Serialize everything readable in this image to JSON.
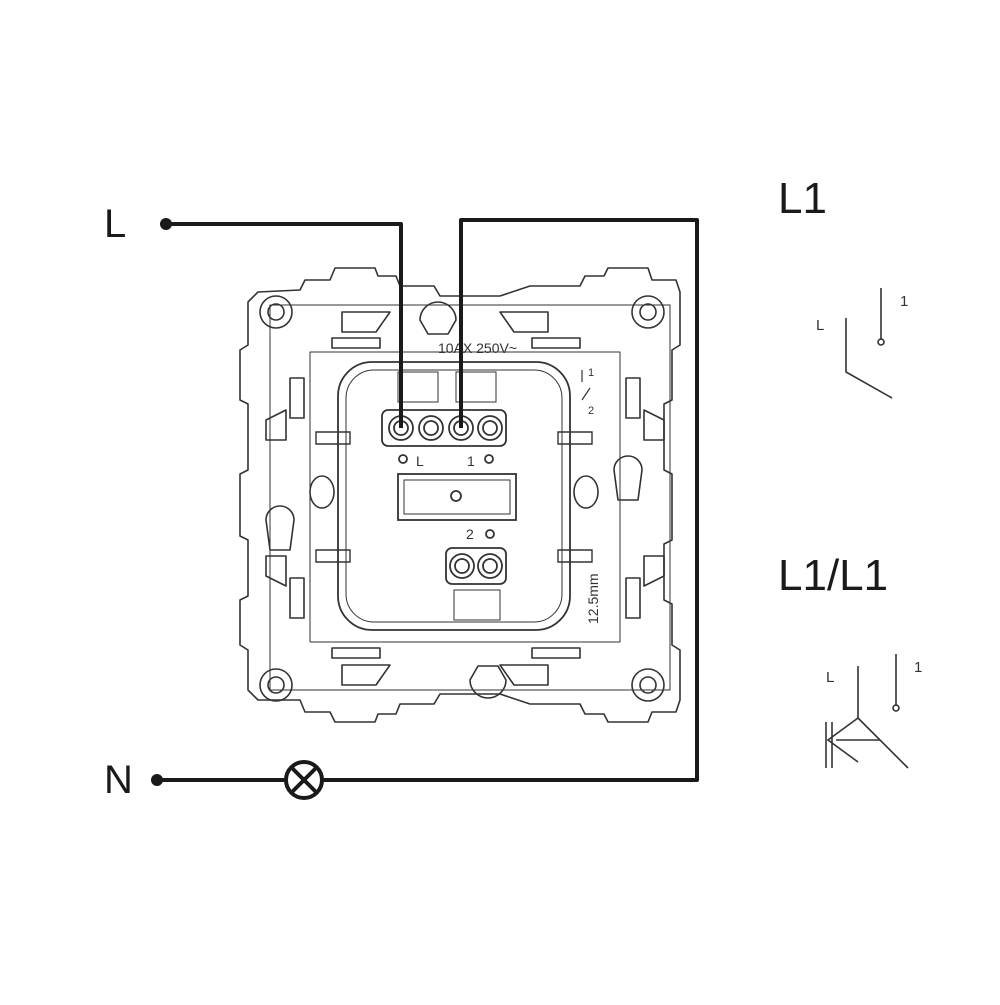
{
  "terminals": {
    "line_label": "L",
    "neutral_label": "N"
  },
  "device": {
    "rating": "10AX 250V~",
    "terminal_l": "L",
    "terminal_1": "1",
    "terminal_2": "2",
    "strip_length": "12.5mm",
    "mini_1": "1",
    "mini_2": "2"
  },
  "schemes": {
    "l1_title": "L1",
    "l1_l": "L",
    "l1_1": "1",
    "l1l1_title": "L1/L1",
    "l1l1_l": "L",
    "l1l1_1": "1"
  },
  "colors": {
    "wire": "#1a1a1a",
    "outline": "#333333"
  }
}
